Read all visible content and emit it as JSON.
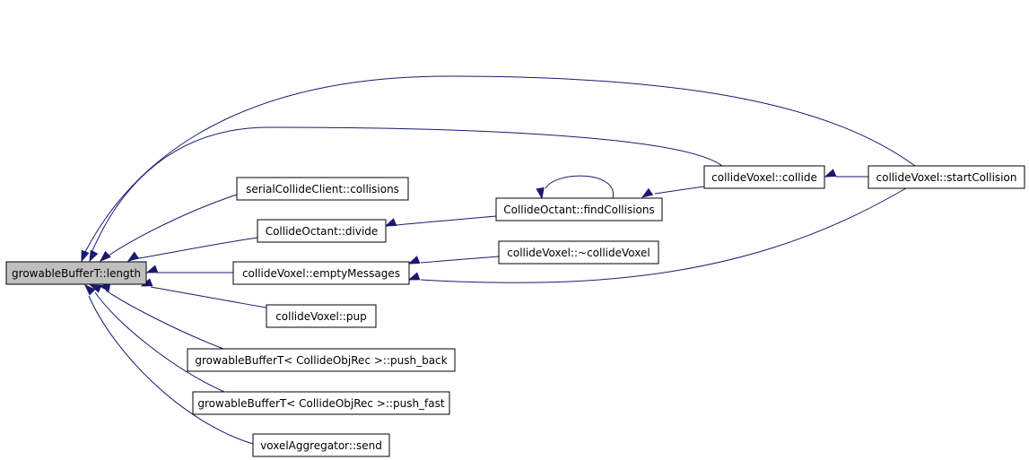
{
  "diagram": {
    "type": "call-graph",
    "colors": {
      "edge": "#191970",
      "root_fill": "#bfbfbf",
      "node_fill": "#ffffff",
      "border": "#000000"
    },
    "nodes": {
      "root": "growableBufferT::length",
      "serial_collisions": "serialCollideClient::collisions",
      "octant_divide": "CollideOctant::divide",
      "empty_messages": "collideVoxel::emptyMessages",
      "pup": "collideVoxel::pup",
      "push_back": "growableBufferT< CollideObjRec >::push_back",
      "push_fast": "growableBufferT< CollideObjRec >::push_fast",
      "send": "voxelAggregator::send",
      "find_collisions": "CollideOctant::findCollisions",
      "destructor": "collideVoxel::~collideVoxel",
      "collide": "collideVoxel::collide",
      "start_collision": "collideVoxel::startCollision"
    },
    "edges": [
      {
        "from": "start_collision",
        "to": "root"
      },
      {
        "from": "collide",
        "to": "root"
      },
      {
        "from": "serial_collisions",
        "to": "root"
      },
      {
        "from": "octant_divide",
        "to": "root"
      },
      {
        "from": "empty_messages",
        "to": "root"
      },
      {
        "from": "pup",
        "to": "root"
      },
      {
        "from": "push_back",
        "to": "root"
      },
      {
        "from": "push_fast",
        "to": "root"
      },
      {
        "from": "send",
        "to": "root"
      },
      {
        "from": "find_collisions",
        "to": "octant_divide"
      },
      {
        "from": "find_collisions",
        "to": "find_collisions"
      },
      {
        "from": "collide",
        "to": "find_collisions"
      },
      {
        "from": "start_collision",
        "to": "collide"
      },
      {
        "from": "destructor",
        "to": "empty_messages"
      },
      {
        "from": "start_collision",
        "to": "empty_messages"
      }
    ]
  }
}
